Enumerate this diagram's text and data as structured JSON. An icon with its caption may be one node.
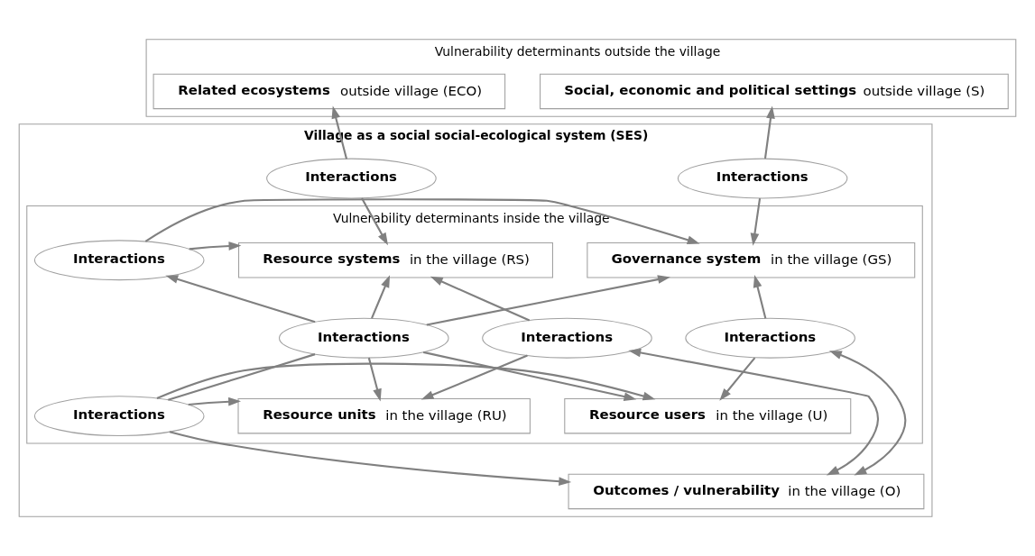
{
  "diagram": {
    "nodes": [
      {
        "text": [
          "Vulnerability determinants outside the village"
        ]
      },
      {
        "text": [
          "**Related ecosystems** outside village (ECO)"
        ],
        "in": 0
      },
      {
        "text": [
          "**Social, economic and political settings** outside village (S)"
        ],
        "in": 0
      },
      {
        "text": [
          "Village as a social social-ecological system (SES)"
        ]
      },
      {
        "text": [
          "Interactions"
        ],
        "in": 3
      },
      {
        "text": [
          "Interactions"
        ],
        "in": 3
      },
      {
        "text": [
          "Vulnerability determinants inside the village"
        ],
        "in": 3
      },
      {
        "text": [
          "**Resource systems** in the village (RS)"
        ],
        "in": 6
      },
      {
        "text": [
          "Interactions"
        ],
        "in": 6
      },
      {
        "text": [
          "**Governance system** in the village (GS)"
        ],
        "in": 6
      },
      {
        "text": [
          "Interactions"
        ],
        "in": 6
      },
      {
        "text": [
          "Interactions"
        ],
        "in": 6
      },
      {
        "text": [
          "Interactions"
        ],
        "in": 6
      },
      {
        "text": [
          "**Resource units** in the village (RU)"
        ],
        "in": 6
      },
      {
        "text": [
          "Interactions"
        ],
        "in": 6
      },
      {
        "text": [
          "**Resource users** in the village (U)"
        ],
        "in": 6
      },
      {
        "text": [
          "**Outcomes / vulnerability** in the village (O)"
        ],
        "in": 3
      }
    ],
    "edges": [
      {
        "from": 4,
        "to": 1,
        "arrow": "to"
      },
      {
        "from": 4,
        "to": 7,
        "arrow": "to"
      },
      {
        "from": 5,
        "to": 2,
        "arrow": "to"
      },
      {
        "from": 5,
        "to": 9,
        "arrow": "to"
      },
      {
        "from": 8,
        "to": 7,
        "arrow": "to"
      },
      {
        "from": 8,
        "to": 9,
        "arrow": "to"
      },
      {
        "from": 11,
        "to": 7,
        "arrow": "to"
      },
      {
        "from": 11,
        "to": 8,
        "arrow": "to"
      },
      {
        "from": 11,
        "to": 9,
        "arrow": "to"
      },
      {
        "from": 10,
        "to": 7,
        "arrow": "to"
      },
      {
        "from": 10,
        "to": 13,
        "arrow": "to"
      },
      {
        "from": 12,
        "to": 9,
        "arrow": "to"
      },
      {
        "from": 12,
        "to": 15,
        "arrow": "to"
      },
      {
        "from": 11,
        "to": 13,
        "arrow": "to"
      },
      {
        "from": 11,
        "to": 15,
        "arrow": "to"
      },
      {
        "from": 11,
        "to": 14,
        "arrow": "none"
      },
      {
        "from": 14,
        "to": 13,
        "arrow": "to"
      },
      {
        "from": 14,
        "to": 15,
        "arrow": "to"
      },
      {
        "from": 16,
        "to": 10,
        "arrow": "both"
      },
      {
        "from": 14,
        "to": 16,
        "arrow": "to"
      },
      {
        "from": 16,
        "to": 12,
        "arrow": "both"
      }
    ]
  }
}
